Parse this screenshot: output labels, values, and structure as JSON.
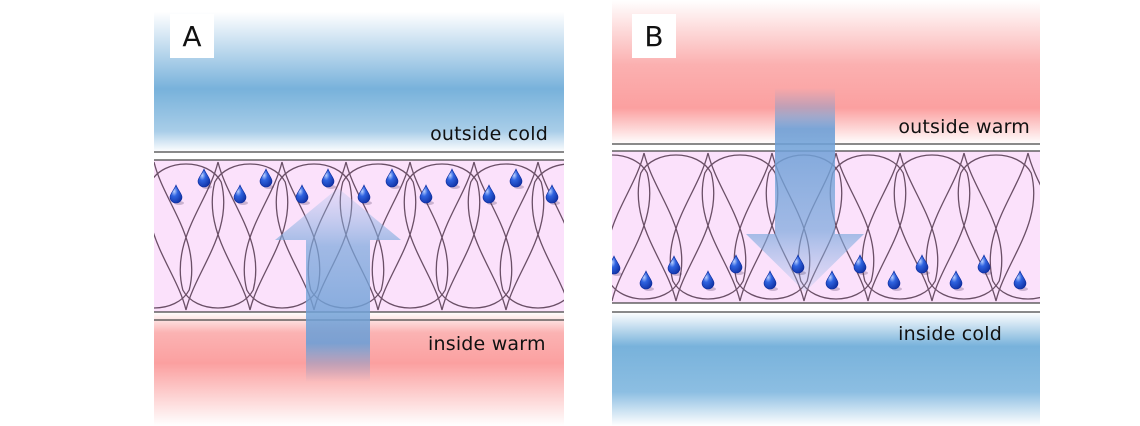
{
  "colors": {
    "cold": "#78b2db",
    "warm": "#fba5a5",
    "insulation": "#fbe1fb",
    "fiber_line": "#6a4f66",
    "arrow": "#6d9fd6",
    "droplet": "#1f45c6"
  },
  "panels": [
    {
      "letter": "A",
      "top_label": "outside cold",
      "bottom_label": "inside warm",
      "arrow_direction": "up",
      "droplet_position": "near outside (top) surface"
    },
    {
      "letter": "B",
      "top_label": "outside warm",
      "bottom_label": "inside cold",
      "arrow_direction": "down",
      "droplet_position": "near inside (bottom) surface"
    }
  ]
}
